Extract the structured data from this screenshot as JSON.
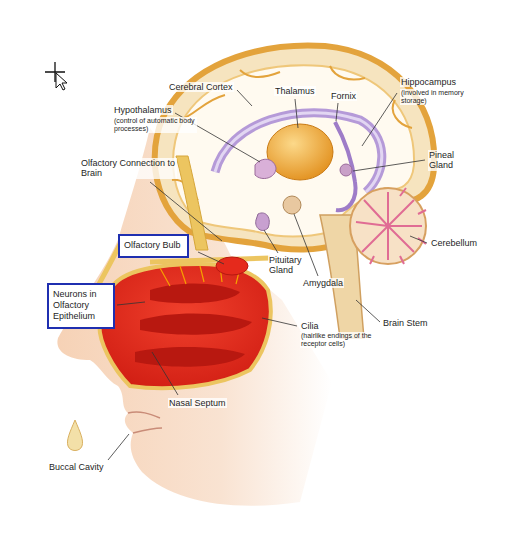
{
  "diagram": {
    "nodes": [
      {
        "text": [
          "Olfactory Bulb"
        ]
      },
      {
        "text": [
          "Neurons in Olfactory Epithelium"
        ]
      }
    ],
    "labels": [
      "Cerebral Cortex",
      "Thalamus",
      "Fornix",
      "Hippocampus",
      "(involved in memory storage)",
      "Hypothalamus",
      "(control of automatic body processes)",
      "Pineal Gland",
      "Olfactory Connection to Brain",
      "Cerebellum",
      "Pituitary Gland",
      "Amygdala",
      "Cilia",
      "(hairlike endings of the receptor cells)",
      "Brain Stem",
      "Nasal Septum",
      "Buccal Cavity"
    ]
  }
}
